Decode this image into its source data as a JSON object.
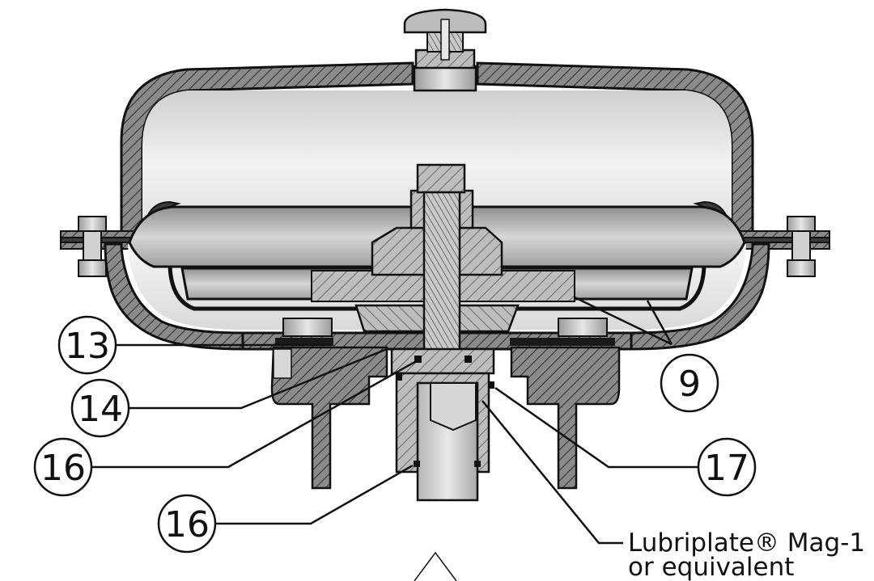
{
  "callouts": {
    "c13": "13",
    "c14": "14",
    "c16a": "16",
    "c16b": "16",
    "c17": "17",
    "c9": "9"
  },
  "note": {
    "line1": "Lubriplate® Mag-1",
    "line2": "or equivalent"
  }
}
